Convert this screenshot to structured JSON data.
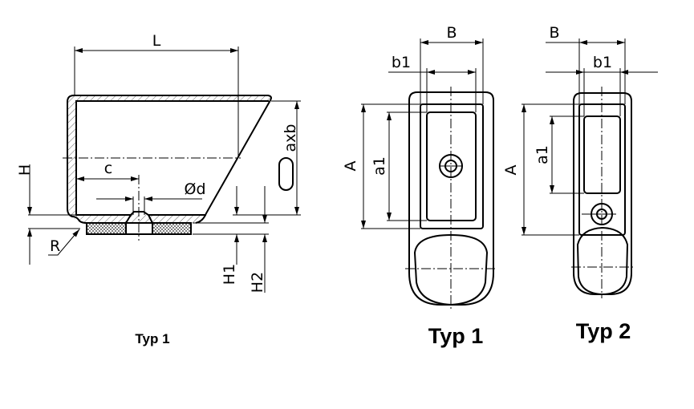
{
  "side_view": {
    "caption": "Typ 1",
    "labels": {
      "L": "L",
      "c": "c",
      "d": "Ød",
      "H": "H",
      "R": "R",
      "H1": "H1",
      "H2": "H2",
      "axb": "axb"
    }
  },
  "top_view_typ1": {
    "caption": "Typ 1",
    "labels": {
      "B": "B",
      "b1": "b1",
      "A": "A",
      "a1": "a1"
    }
  },
  "top_view_typ2": {
    "caption": "Typ 2",
    "labels": {
      "B": "B",
      "b1": "b1",
      "A": "A",
      "a1": "a1"
    }
  }
}
